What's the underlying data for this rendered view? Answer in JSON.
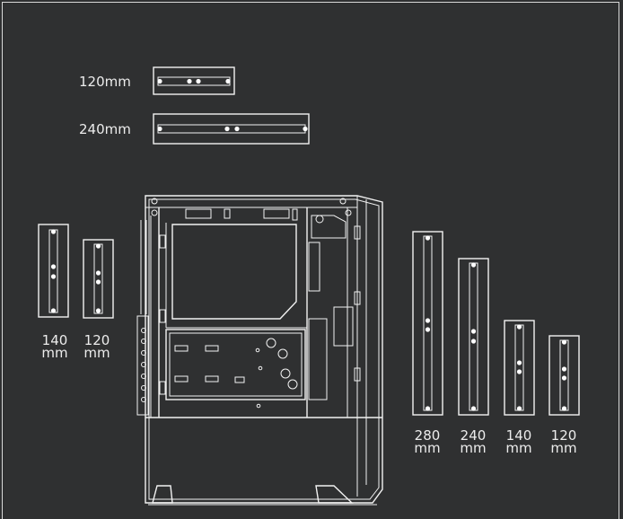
{
  "diagram": {
    "top_labels": [
      "120mm",
      "240mm"
    ],
    "left_labels": [
      {
        "num": "140",
        "unit": "mm"
      },
      {
        "num": "120",
        "unit": "mm"
      }
    ],
    "right_labels": [
      {
        "num": "280",
        "unit": "mm"
      },
      {
        "num": "240",
        "unit": "mm"
      },
      {
        "num": "140",
        "unit": "mm"
      },
      {
        "num": "120",
        "unit": "mm"
      }
    ]
  },
  "colors": {
    "background": "#2f3031",
    "line": "#f2f2f2"
  }
}
